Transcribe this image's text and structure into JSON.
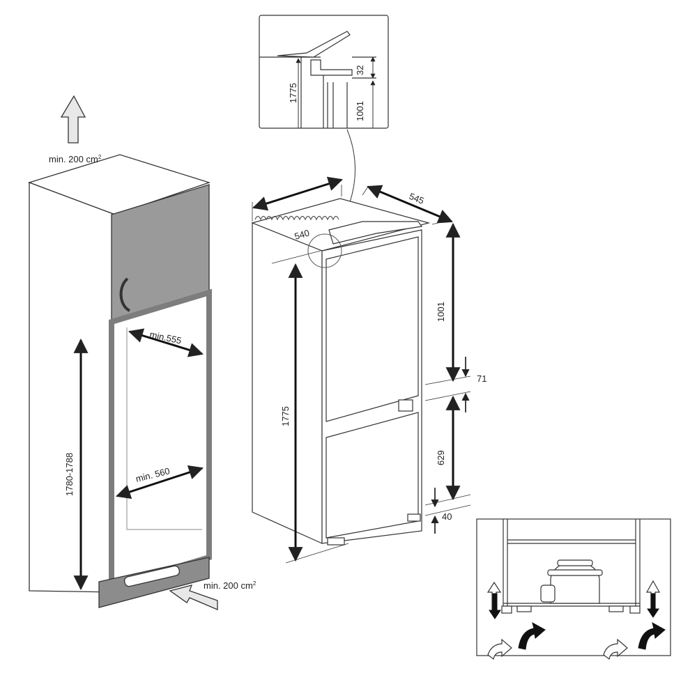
{
  "labels": {
    "vent_top": "min. 200 cm",
    "vent_top_sup": "2",
    "vent_bottom": "min. 200 cm",
    "vent_bottom_sup": "2",
    "niche_depth": "min.555",
    "niche_width": "min. 560",
    "niche_height": "1780-1788",
    "width": "540",
    "depth": "545",
    "height": "1775",
    "upper_door": "1001",
    "gap_middle": "71",
    "lower_door": "629",
    "gap_bottom": "40",
    "detail_height": "1775",
    "detail_door": "1001",
    "detail_gap": "32"
  },
  "colors": {
    "line": "#333333",
    "cabinet_door": "#9a9a9a",
    "cabinet_frame": "#7d7d7d",
    "plinth": "#8c8c8c",
    "vent_arrow": "#e8e8e8"
  }
}
